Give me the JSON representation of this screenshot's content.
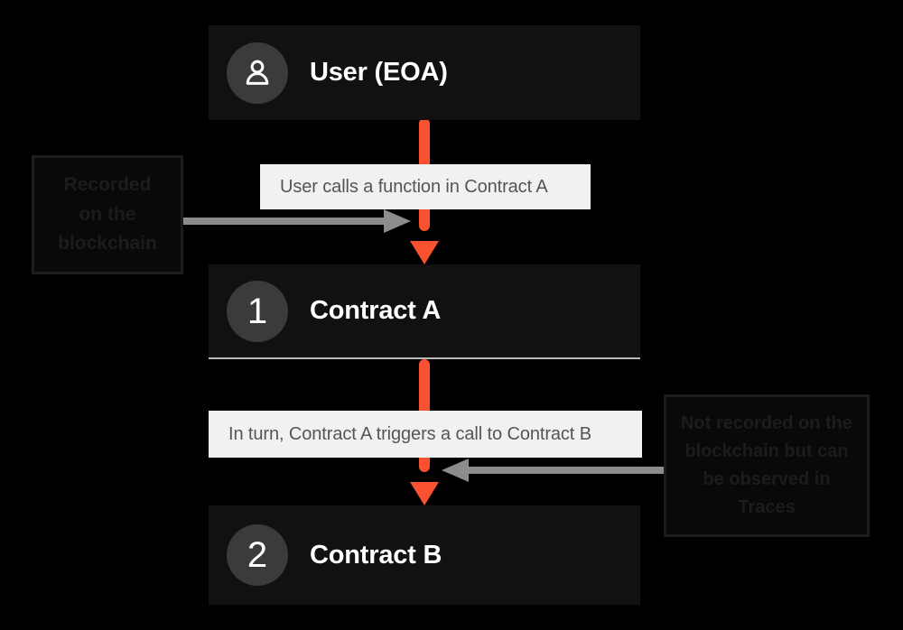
{
  "diagram": {
    "title": "Contract call flow",
    "background_color": "#000000",
    "accent_color": "#fa5130",
    "gray_arrow_color": "#8c8c8c",
    "node_bg_color": "#111111",
    "badge_bg_color": "#3b3b3b",
    "message_bg_color": "#f1f1f1",
    "message_text_color": "#555555",
    "annotation_text_color": "#1c1c1c"
  },
  "nodes": [
    {
      "id": "user",
      "badge_type": "person-icon",
      "badge_label": "",
      "title": "User (EOA)"
    },
    {
      "id": "contract-a",
      "badge_type": "number",
      "badge_label": "1",
      "title": "Contract A"
    },
    {
      "id": "contract-b",
      "badge_type": "number",
      "badge_label": "2",
      "title": "Contract B"
    }
  ],
  "messages": [
    {
      "id": "msg-1",
      "text": "User calls a function in Contract A"
    },
    {
      "id": "msg-2",
      "text": "In turn, Contract A triggers a call to Contract B"
    }
  ],
  "annotations": [
    {
      "id": "annot-left",
      "lines": [
        "Recorded",
        "on the",
        "blockchain"
      ],
      "text": "Recorded on the blockchain"
    },
    {
      "id": "annot-right",
      "lines": [
        "Not recorded on the",
        "blockchain but can",
        "be observed in",
        "Traces"
      ],
      "text": "Not recorded on the blockchain but can be observed in Traces"
    }
  ],
  "connectors": [
    {
      "id": "arrow-user-to-a",
      "from": "user",
      "to": "contract-a",
      "color": "#fa5130",
      "direction": "down"
    },
    {
      "id": "arrow-a-to-b",
      "from": "contract-a",
      "to": "contract-b",
      "color": "#fa5130",
      "direction": "down"
    },
    {
      "id": "pointer-left",
      "points_to": "arrow-user-to-a",
      "color": "#8c8c8c",
      "direction": "right"
    },
    {
      "id": "pointer-right",
      "points_to": "arrow-a-to-b",
      "color": "#8c8c8c",
      "direction": "left"
    }
  ]
}
